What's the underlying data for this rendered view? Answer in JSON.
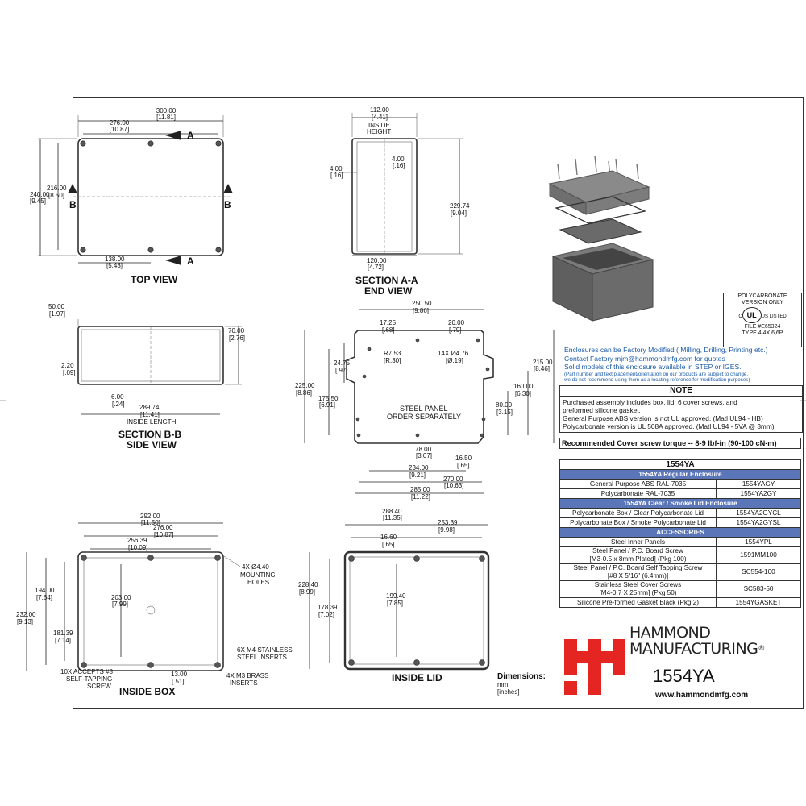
{
  "views": {
    "top": {
      "title": "TOP VIEW",
      "w_outer": "300.00",
      "w_outer_in": "[11.81]",
      "w_holes": "276.00",
      "w_holes_in": "[10.87]",
      "h_outer": "240.00",
      "h_outer_in": "[9.45]",
      "h_holes": "216.00",
      "h_holes_in": "[8.50]",
      "bottom": "138.00",
      "bottom_in": "[5.43]",
      "sec_a": "A",
      "sec_b": "B"
    },
    "end": {
      "title": "SECTION A-A",
      "title2": "END VIEW",
      "top": "112.00",
      "top_in": "[4.41]",
      "inside_h1": "INSIDE",
      "inside_h2": "HEIGHT",
      "wall_l": "4.00",
      "wall_l_in": "[.16]",
      "wall_r": "4.00",
      "wall_r_in": "[.16]",
      "height": "229.74",
      "height_in": "[9.04]",
      "bottom": "120.00",
      "bottom_in": "[4.72]"
    },
    "side": {
      "title": "SECTION B-B",
      "title2": "SIDE VIEW",
      "h_top": "50.00",
      "h_top_in": "[1.97]",
      "wall": "2.20",
      "wall_in": "[.09]",
      "height": "70.00",
      "height_in": "[2.76]",
      "floor": "6.00",
      "floor_in": "[.24]",
      "length": "289.74",
      "length_in": "[11.41]",
      "length_lbl": "INSIDE LENGTH"
    },
    "panel": {
      "w_top": "250.50",
      "w_top_in": "[9.86]",
      "a": "17.25",
      "a_in": "[.68]",
      "b": "20.00",
      "b_in": "[.79]",
      "radius": "R7.53",
      "radius_in": "[R.30]",
      "holes": "14X Ø4.76",
      "holes_in": "[Ø.19]",
      "h1": "24.75",
      "h1_in": "[.97]",
      "h_outer": "225.00",
      "h_outer_in": "[8.86]",
      "h_inner": "175.50",
      "h_inner_in": "[6.91]",
      "h_right": "215.00",
      "h_right_in": "[8.46]",
      "h_r2": "160.00",
      "h_r2_in": "[6.30]",
      "h_r3": "80.00",
      "h_r3_in": "[3.15]",
      "note1": "STEEL PANEL",
      "note2": "ORDER SEPARATELY",
      "b1": "78.00",
      "b1_in": "[3.07]",
      "b2": "16.50",
      "b2_in": "[.65]",
      "b3": "234.00",
      "b3_in": "[9.21]",
      "b4": "270.00",
      "b4_in": "[10.63]",
      "b5": "285.00",
      "b5_in": "[11.22]"
    },
    "box": {
      "title": "INSIDE BOX",
      "w1": "292.00",
      "w1_in": "[11.50]",
      "w2": "276.00",
      "w2_in": "[10.87]",
      "w3": "256.39",
      "w3_in": "[10.09]",
      "h1": "232.00",
      "h1_in": "[9.13]",
      "h2": "194.00",
      "h2_in": "[7.64]",
      "h3": "181.39",
      "h3_in": "[7.14]",
      "h4": "203.00",
      "h4_in": "[7.99]",
      "mount1": "4X Ø4.40",
      "mount2": "MOUNTING",
      "mount3": "HOLES",
      "ins1": "6X M4 STAINLESS",
      "ins2": "STEEL INSERTS",
      "brass1": "4X M3 BRASS",
      "brass2": "INSERTS",
      "acc1": "10X ACCEPTS #8",
      "acc2": "SELF-TAPPING",
      "acc3": "SCREW",
      "d13": "13.00",
      "d13_in": "[.51]"
    },
    "lid": {
      "title": "INSIDE LID",
      "w1": "288.40",
      "w1_in": "[11.35]",
      "w2": "253.39",
      "w2_in": "[9.98]",
      "w3": "16.60",
      "w3_in": "[.65]",
      "h1": "228.40",
      "h1_in": "[8.99]",
      "h2": "178.39",
      "h2_in": "[7.02]",
      "h3": "199.40",
      "h3_in": "[7.85]"
    }
  },
  "ul": {
    "l1": "POLYCARBONATE",
    "l2": "VERSION ONLY",
    "mark": "UL",
    "listed": "US LISTED",
    "c": "C",
    "file": "FILE #E65324",
    "type": "TYPE 4,4X,6,6P"
  },
  "info": {
    "l1": "Enclosures can be Factory Modified ( Milling, Drilling, Printing etc.)",
    "l2": "Contact Factory        mjm@hammondmfg.com for quotes",
    "l3": "Solid models of this enclosure available in STEP or IGES.",
    "s1": "(Part number and text placement/orientation on our products are subject to change,",
    "s2": "we do not recommend using them as a locating reference for modification purposes)"
  },
  "note": {
    "title": "NOTE",
    "l1": "Purchased  assembly includes box, lid, 6 cover screws, and",
    "l2": "preformed silicone gasket.",
    "l3": "General Purpose ABS version is not UL approved. (Matl UL94 - HB)",
    "l4": "Polycarbonate version is UL 508A approved. (Matl UL94 - 5VA  @ 3mm)"
  },
  "torque": "Recommended Cover screw torque -- 8-9 lbf-in (90-100 cN-m)",
  "table": {
    "title": "1554YA",
    "sec1": "1554YA Regular Enclosure",
    "rows1": [
      [
        "General Purpose ABS RAL-7035",
        "1554YAGY"
      ],
      [
        "Polycarbonate RAL-7035",
        "1554YA2GY"
      ]
    ],
    "sec2": "1554YA Clear / Smoke Lid Enclosure",
    "rows2": [
      [
        "Polycarbonate Box / Clear Polycarbonate Lid",
        "1554YA2GYCL"
      ],
      [
        "Polycarbonate Box / Smoke Polycarbonate Lid",
        "1554YA2GYSL"
      ]
    ],
    "sec3": "ACCESSORIES",
    "rows3": [
      [
        "Steel Inner Panels",
        "1554YPL"
      ],
      [
        "Steel Panel / P.C. Board Screw\n[M3-0.5 x 8mm Plated]  (Pkg 100)",
        "1591MM100"
      ],
      [
        "Steel Panel / P.C. Board Self Tapping Screw\n[#8 X 5/16\" (6.4mm)]",
        "SC554-100"
      ],
      [
        "Stainless Steel Cover Screws\n[M4-0.7 X 25mm] (Pkg 50)",
        "SC583-50"
      ],
      [
        "Silicone Pre-formed Gasket Black (Pkg 2)",
        "1554YGASKET"
      ]
    ]
  },
  "dims": {
    "title": "Dimensions:",
    "u1": "mm",
    "u2": "[inches]"
  },
  "brand": {
    "l1": "HAMMOND",
    "l2": "MANUFACTURING",
    "reg": "®",
    "model": "1554YA",
    "url": "www.hammondmfg.com",
    "logo_color": "#e52521"
  }
}
